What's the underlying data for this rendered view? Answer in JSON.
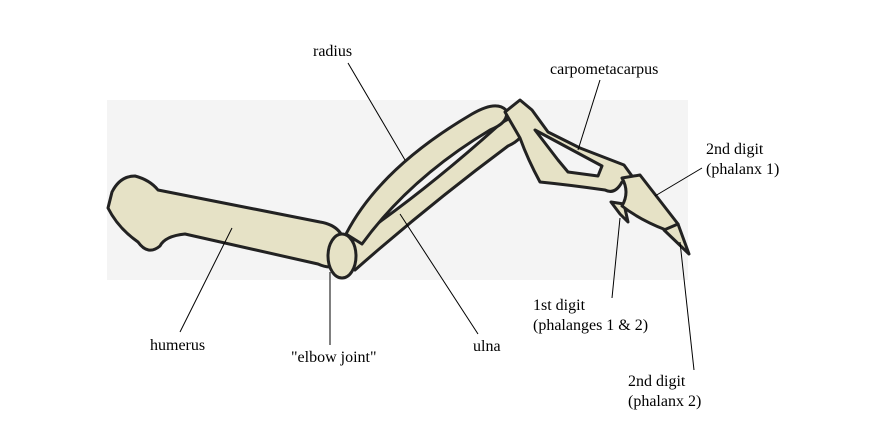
{
  "title": "Bird wing skeleton",
  "colors": {
    "background_panel": "#f4f4f4",
    "bone_fill": "#e6e2c6",
    "bone_outline": "#222222"
  },
  "labels": {
    "radius": "radius",
    "carpometacarpus": "carpometacarpus",
    "digit2_phalanx1_line1": "2nd digit",
    "digit2_phalanx1_line2": "(phalanx 1)",
    "humerus": "humerus",
    "elbow_joint": "\"elbow joint\"",
    "ulna": "ulna",
    "digit1_line1": "1st digit",
    "digit1_line2": "(phalanges 1 & 2)",
    "digit2_phalanx2_line1": "2nd digit",
    "digit2_phalanx2_line2": "(phalanx 2)"
  }
}
